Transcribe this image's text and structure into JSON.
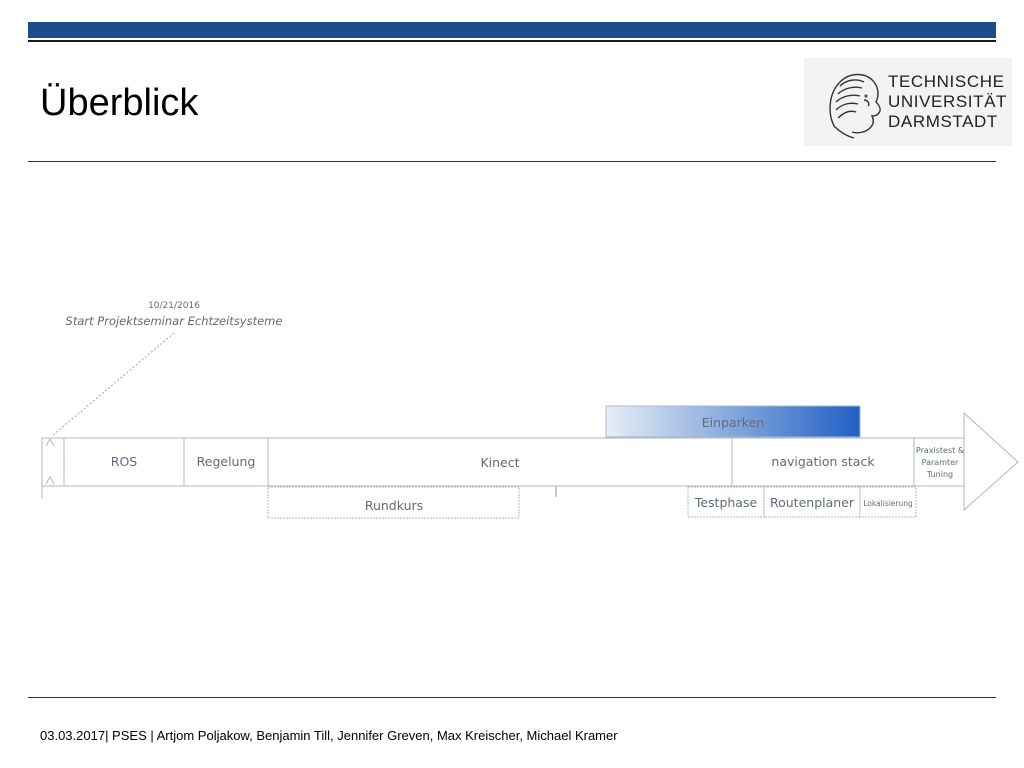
{
  "slide": {
    "title": "Überblick",
    "logo": {
      "line1": "TECHNISCHE",
      "line2": "UNIVERSITÄT",
      "line3": "DARMSTADT"
    },
    "footer": {
      "date": "03.03.2017",
      "course": "PSES",
      "authors": "Artjom Poljakow, Benjamin Till, Jennifer Greven, Max Kreischer, Michael Kramer",
      "text": "03.03.2017| PSES | Artjom Poljakow, Benjamin Till, Jennifer Greven, Max Kreischer, Michael Kramer"
    }
  },
  "timeline": {
    "milestone": {
      "date": "10/21/2016",
      "label": "Start Projektseminar Echtzeitsysteme"
    },
    "main_phases": [
      "ROS",
      "Regelung",
      "Kinect",
      "navigation stack"
    ],
    "final_phase": {
      "line1": "Praxistest &",
      "line2": "Paramter",
      "line3": "Tuning"
    },
    "upper_phase": "Einparken",
    "lower_phases": [
      "Rundkurs",
      "Testphase",
      "Routenplaner",
      "Lokalisierung"
    ],
    "colors": {
      "bar_fill": "#ffffff",
      "bar_stroke": "#aab8cc",
      "label": "#606b7a",
      "einparken_start": "#e8eef6",
      "einparken_end": "#1f5fc4",
      "brand_blue": "#1a4d8a"
    }
  }
}
